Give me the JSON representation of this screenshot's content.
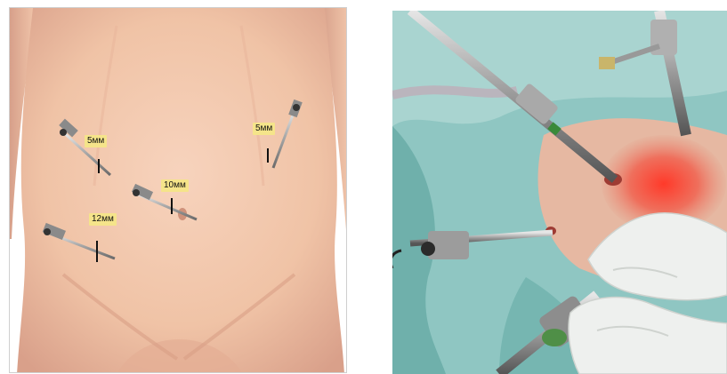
{
  "left_figure": {
    "trocar_labels": [
      "5мм",
      "5мм",
      "10мм",
      "12мм"
    ]
  },
  "right_figure": {},
  "colors": {
    "skin": "#f2c7ab",
    "skin_shadow": "#d9a38b",
    "label_bg": "#f5e48a",
    "drape": "#8fc6c2",
    "drape_dark": "#5e9f9b",
    "glove": "#eef0ee"
  }
}
